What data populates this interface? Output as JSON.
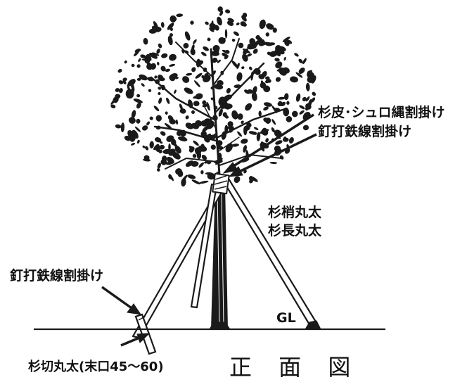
{
  "labels": {
    "binding_line1": "杉皮･シュロ縄割掛け",
    "binding_line2": "釘打鉄線割掛け",
    "pole_line1": "杉梢丸太",
    "pole_line2": "杉長丸太",
    "stake_binding": "釘打鉄線割掛け",
    "ground_level": "GL",
    "stake": "杉切丸太(末口45～60)"
  },
  "title": "正 面 図"
}
